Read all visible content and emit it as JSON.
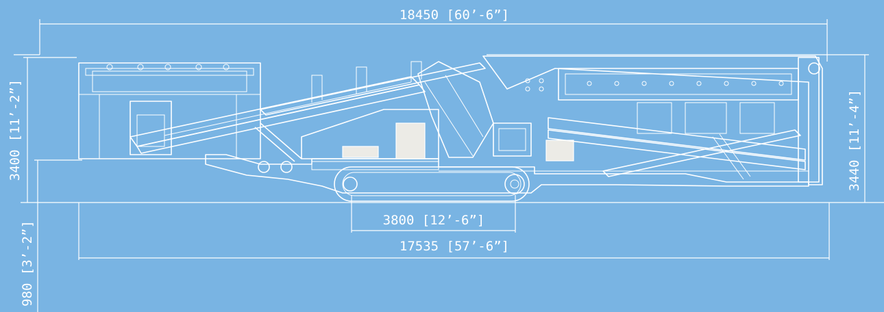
{
  "dimensions": {
    "overall_length": "18450 [60’-6”]",
    "base_length": "17535 [57’-6”]",
    "track_length": "3800 [12’-6”]",
    "left_height": "3400 [11’-2”]",
    "right_height": "3440 [11’-4”]",
    "ground_clearance": "980 [3’-2”]"
  },
  "colors": {
    "background": "#79b4e3",
    "line": "#ffffff",
    "panel": "#ecebe6"
  }
}
